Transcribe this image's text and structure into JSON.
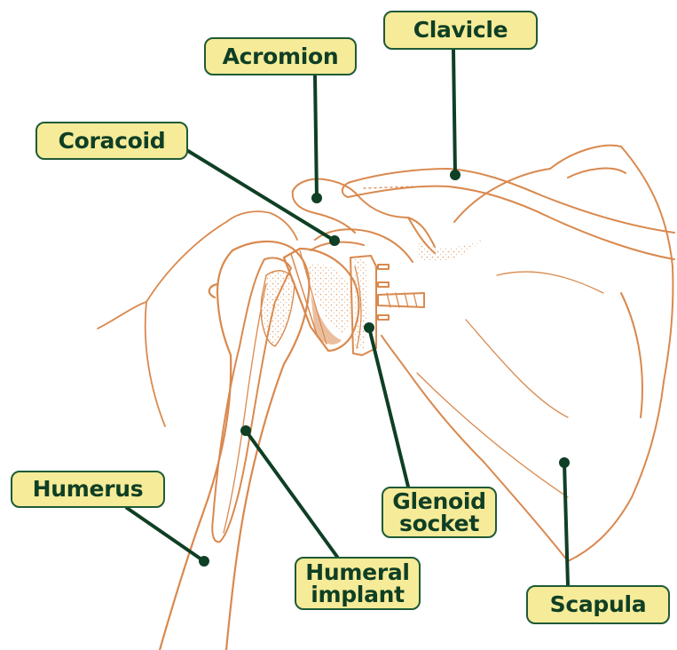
{
  "labels": {
    "clavicle": "Clavicle",
    "acromion": "Acromion",
    "coracoid": "Coracoid",
    "humerus": "Humerus",
    "glenoid_line1": "Glenoid",
    "glenoid_line2": "socket",
    "humeral_line1": "Humeral",
    "humeral_line2": "implant",
    "scapula": "Scapula"
  },
  "colors": {
    "bone_outline": "#d9894e",
    "bone_shading": "#e8a877",
    "label_fill": "#f6eb98",
    "label_border": "#1f5a37",
    "label_text": "#0f3f25",
    "leader_line": "#0f3f25"
  }
}
